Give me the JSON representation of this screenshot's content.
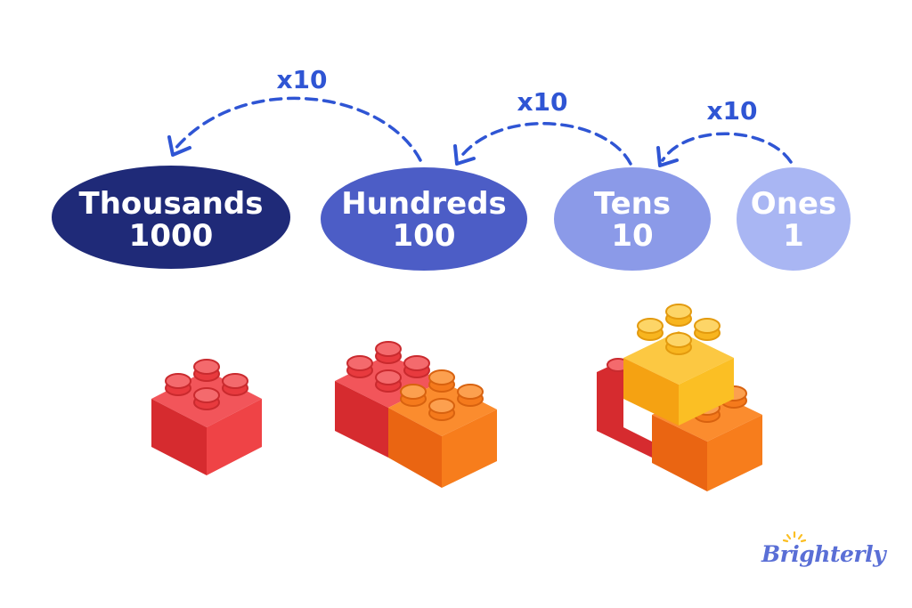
{
  "places": [
    {
      "name": "Thousands",
      "value": "1000",
      "color": "#1f2a78"
    },
    {
      "name": "Hundreds",
      "value": "100",
      "color": "#4c5dc6"
    },
    {
      "name": "Tens",
      "value": "10",
      "color": "#8b9ae8"
    },
    {
      "name": "Ones",
      "value": "1",
      "color": "#a9b6f3"
    }
  ],
  "multipliers": [
    "x10",
    "x10",
    "x10"
  ],
  "colors": {
    "arrow": "#2f55d4",
    "brick_red": "#e8373a",
    "brick_orange": "#f77d1c",
    "brick_yellow": "#fbbf24"
  },
  "logo": {
    "text": "Brighterly"
  }
}
